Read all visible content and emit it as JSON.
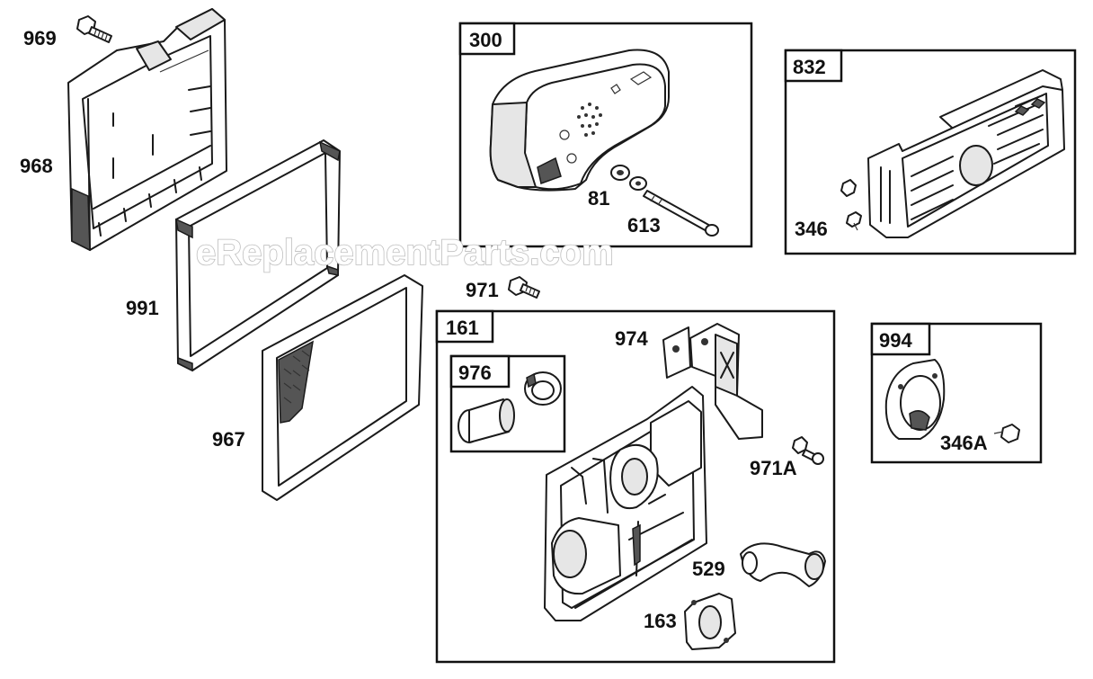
{
  "watermark": "eReplacementParts.com",
  "labels": {
    "p969": "969",
    "p968": "968",
    "p991": "991",
    "p967": "967",
    "p300": "300",
    "p81": "81",
    "p613": "613",
    "p832": "832",
    "p346": "346",
    "p971": "971",
    "p161": "161",
    "p976": "976",
    "p974": "974",
    "p971A": "971A",
    "p529": "529",
    "p163": "163",
    "p994": "994",
    "p346A": "346A"
  }
}
